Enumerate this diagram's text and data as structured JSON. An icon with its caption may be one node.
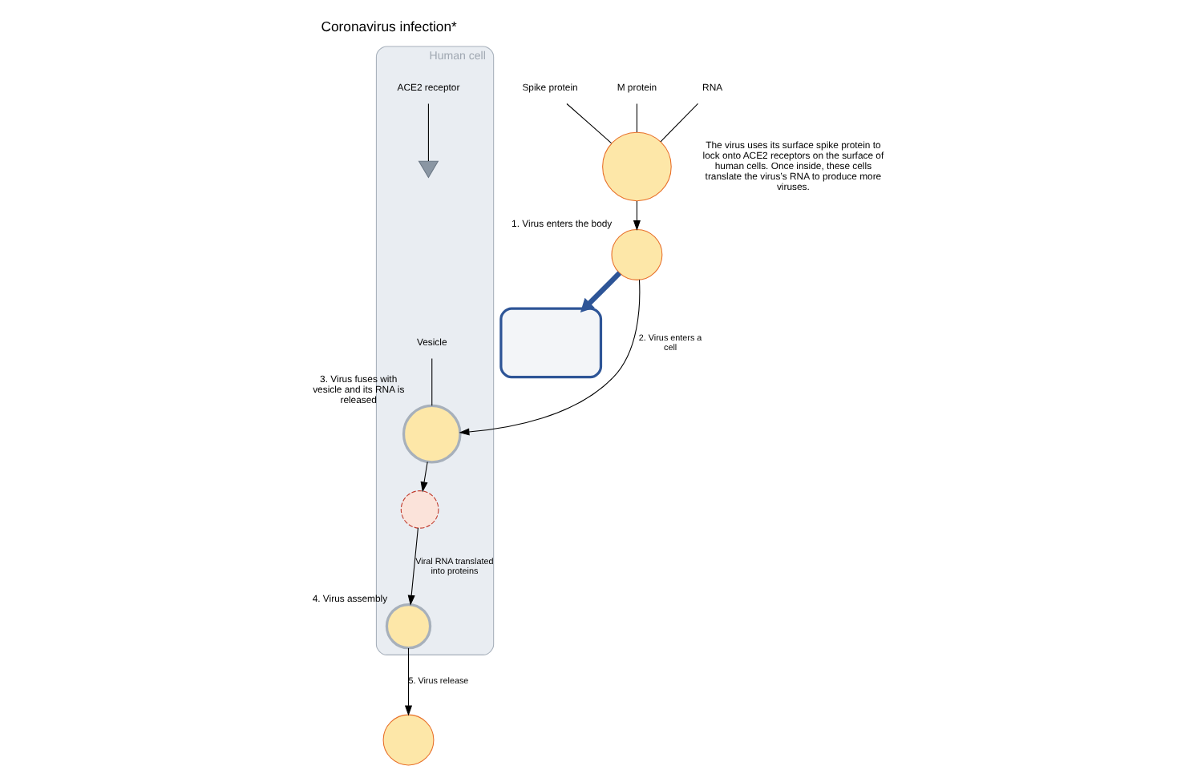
{
  "diagram": {
    "title": "Coronavirus infection*",
    "nodes": [
      {
        "text": [],
        "shape": "circle"
      },
      {
        "text": [
          "Spike protein"
        ]
      },
      {
        "text": [
          "M protein"
        ]
      },
      {
        "text": [
          "RNA"
        ]
      },
      {
        "text": [],
        "shape": "circle",
        "beside": [
          "1. Virus enters the body"
        ]
      },
      {
        "text": [],
        "shape": "box"
      },
      {
        "text": [
          "Human cell"
        ]
      },
      {
        "text": [],
        "shape": "picture",
        "in": 6
      },
      {
        "text": [
          "ACE2 receptor"
        ],
        "in": 6
      },
      {
        "text": [],
        "shape": "circle",
        "in": 6,
        "beside": [
          "3. Virus fuses with vesicle and its RNA is released"
        ]
      },
      {
        "text": [
          "Vesicle"
        ],
        "in": 6
      },
      {
        "text": [],
        "shape": "circle",
        "in": 6
      },
      {
        "text": [],
        "shape": "circle",
        "in": 6,
        "beside": [
          "4. Virus assembly"
        ]
      },
      {
        "text": [],
        "shape": "circle"
      }
    ],
    "edges": [
      {
        "from": 1,
        "to": 0,
        "arrow": "none"
      },
      {
        "from": 2,
        "to": 0,
        "arrow": "none"
      },
      {
        "from": 3,
        "to": 0,
        "arrow": "none"
      },
      {
        "from": 0,
        "to": 4,
        "arrow": "to"
      },
      {
        "from": 4,
        "to": 5,
        "arrow": "to",
        "style": "thick",
        "color": "#2e5597"
      },
      {
        "from": 8,
        "to": 7,
        "arrow": "none"
      },
      {
        "from": 4,
        "to": 9,
        "arrow": "to",
        "label": "2. Virus enters a cell"
      },
      {
        "from": 10,
        "to": 9,
        "arrow": "none"
      },
      {
        "from": 9,
        "to": 11,
        "arrow": "to"
      },
      {
        "from": 11,
        "to": 12,
        "arrow": "to",
        "label": "Viral RNA translated into proteins"
      },
      {
        "from": 12,
        "to": 13,
        "arrow": "to",
        "label": "5. Virus release"
      }
    ],
    "labels": [
      "The virus uses its surface spike protein to lock onto ACE2 receptors on the surface of human cells. Once inside, these cells translate the virus’s RNA to produce more viruses."
    ]
  }
}
